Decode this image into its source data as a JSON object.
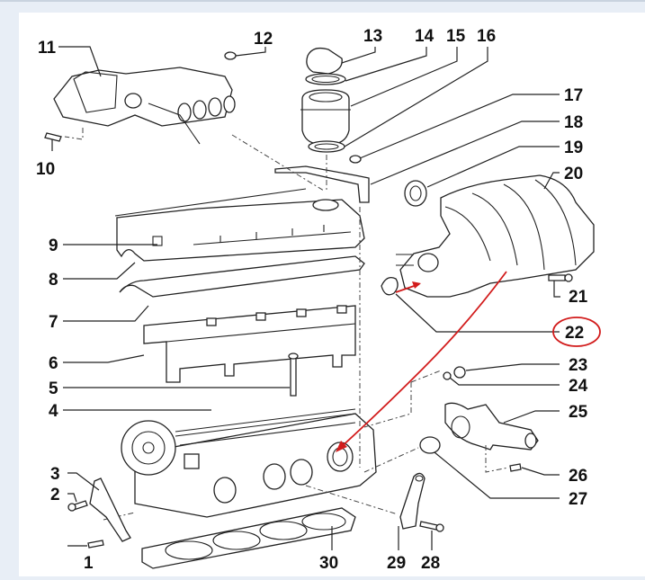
{
  "diagram": {
    "title": "Engine cylinder head and intake manifold exploded view",
    "accent_color": "#d21c1c",
    "callouts": [
      {
        "id": "1",
        "label": "1"
      },
      {
        "id": "2",
        "label": "2"
      },
      {
        "id": "3",
        "label": "3"
      },
      {
        "id": "4",
        "label": "4"
      },
      {
        "id": "5",
        "label": "5"
      },
      {
        "id": "6",
        "label": "6"
      },
      {
        "id": "7",
        "label": "7"
      },
      {
        "id": "8",
        "label": "8"
      },
      {
        "id": "9",
        "label": "9"
      },
      {
        "id": "10",
        "label": "10"
      },
      {
        "id": "11",
        "label": "11"
      },
      {
        "id": "12",
        "label": "12"
      },
      {
        "id": "13",
        "label": "13"
      },
      {
        "id": "14",
        "label": "14"
      },
      {
        "id": "15",
        "label": "15"
      },
      {
        "id": "16",
        "label": "16"
      },
      {
        "id": "17",
        "label": "17"
      },
      {
        "id": "18",
        "label": "18"
      },
      {
        "id": "19",
        "label": "19"
      },
      {
        "id": "20",
        "label": "20"
      },
      {
        "id": "21",
        "label": "21"
      },
      {
        "id": "22",
        "label": "22"
      },
      {
        "id": "23",
        "label": "23"
      },
      {
        "id": "24",
        "label": "24"
      },
      {
        "id": "25",
        "label": "25"
      },
      {
        "id": "26",
        "label": "26"
      },
      {
        "id": "27",
        "label": "27"
      },
      {
        "id": "28",
        "label": "28"
      },
      {
        "id": "29",
        "label": "29"
      },
      {
        "id": "30",
        "label": "30"
      }
    ],
    "annotations": {
      "highlighted_callout": "22",
      "arrows": [
        {
          "from": "intake manifold gasket (22)",
          "to": "cylinder head intake port"
        }
      ]
    }
  }
}
